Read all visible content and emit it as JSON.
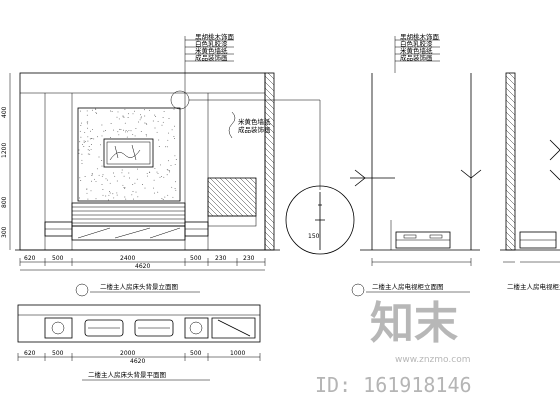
{
  "watermark": {
    "logo_text": "知末",
    "site": "www.znzmo.com",
    "id_label": "ID: 161918146"
  },
  "views": {
    "main_elevation": {
      "title": "二楼主人房床头背景立面图"
    },
    "side_elevation_1": {
      "title": "二楼主人房电视柜立面图"
    },
    "side_elevation_2": {
      "title": "二楼主人房电视柜立面图"
    },
    "plan": {
      "title": "二楼主人房床头背景平面图"
    }
  },
  "dimensions": {
    "main_bottom": [
      "620",
      "500",
      "2400",
      "500",
      "230",
      "230"
    ],
    "main_total": "4620",
    "plan_bottom": [
      "620",
      "500",
      "2000",
      "500",
      "1000"
    ],
    "plan_total": "4620",
    "main_left": [
      "400",
      "1200",
      "800",
      "300"
    ],
    "detail_dim": "150"
  },
  "annotations": {
    "top_leader_lines": [
      "黑胡桃木饰面",
      "白色乳胶漆",
      "米黄色墙纸",
      "成品装饰画"
    ],
    "side_leader_lines": [
      "黑胡桃木饰面",
      "白色乳胶漆",
      "米黄色墙纸",
      "成品装饰画"
    ],
    "feature_note_1": "米黄色墙纸",
    "feature_note_2": "成品装饰画"
  },
  "colors": {
    "line": "#000000",
    "watermark": "#b7b7b7"
  }
}
